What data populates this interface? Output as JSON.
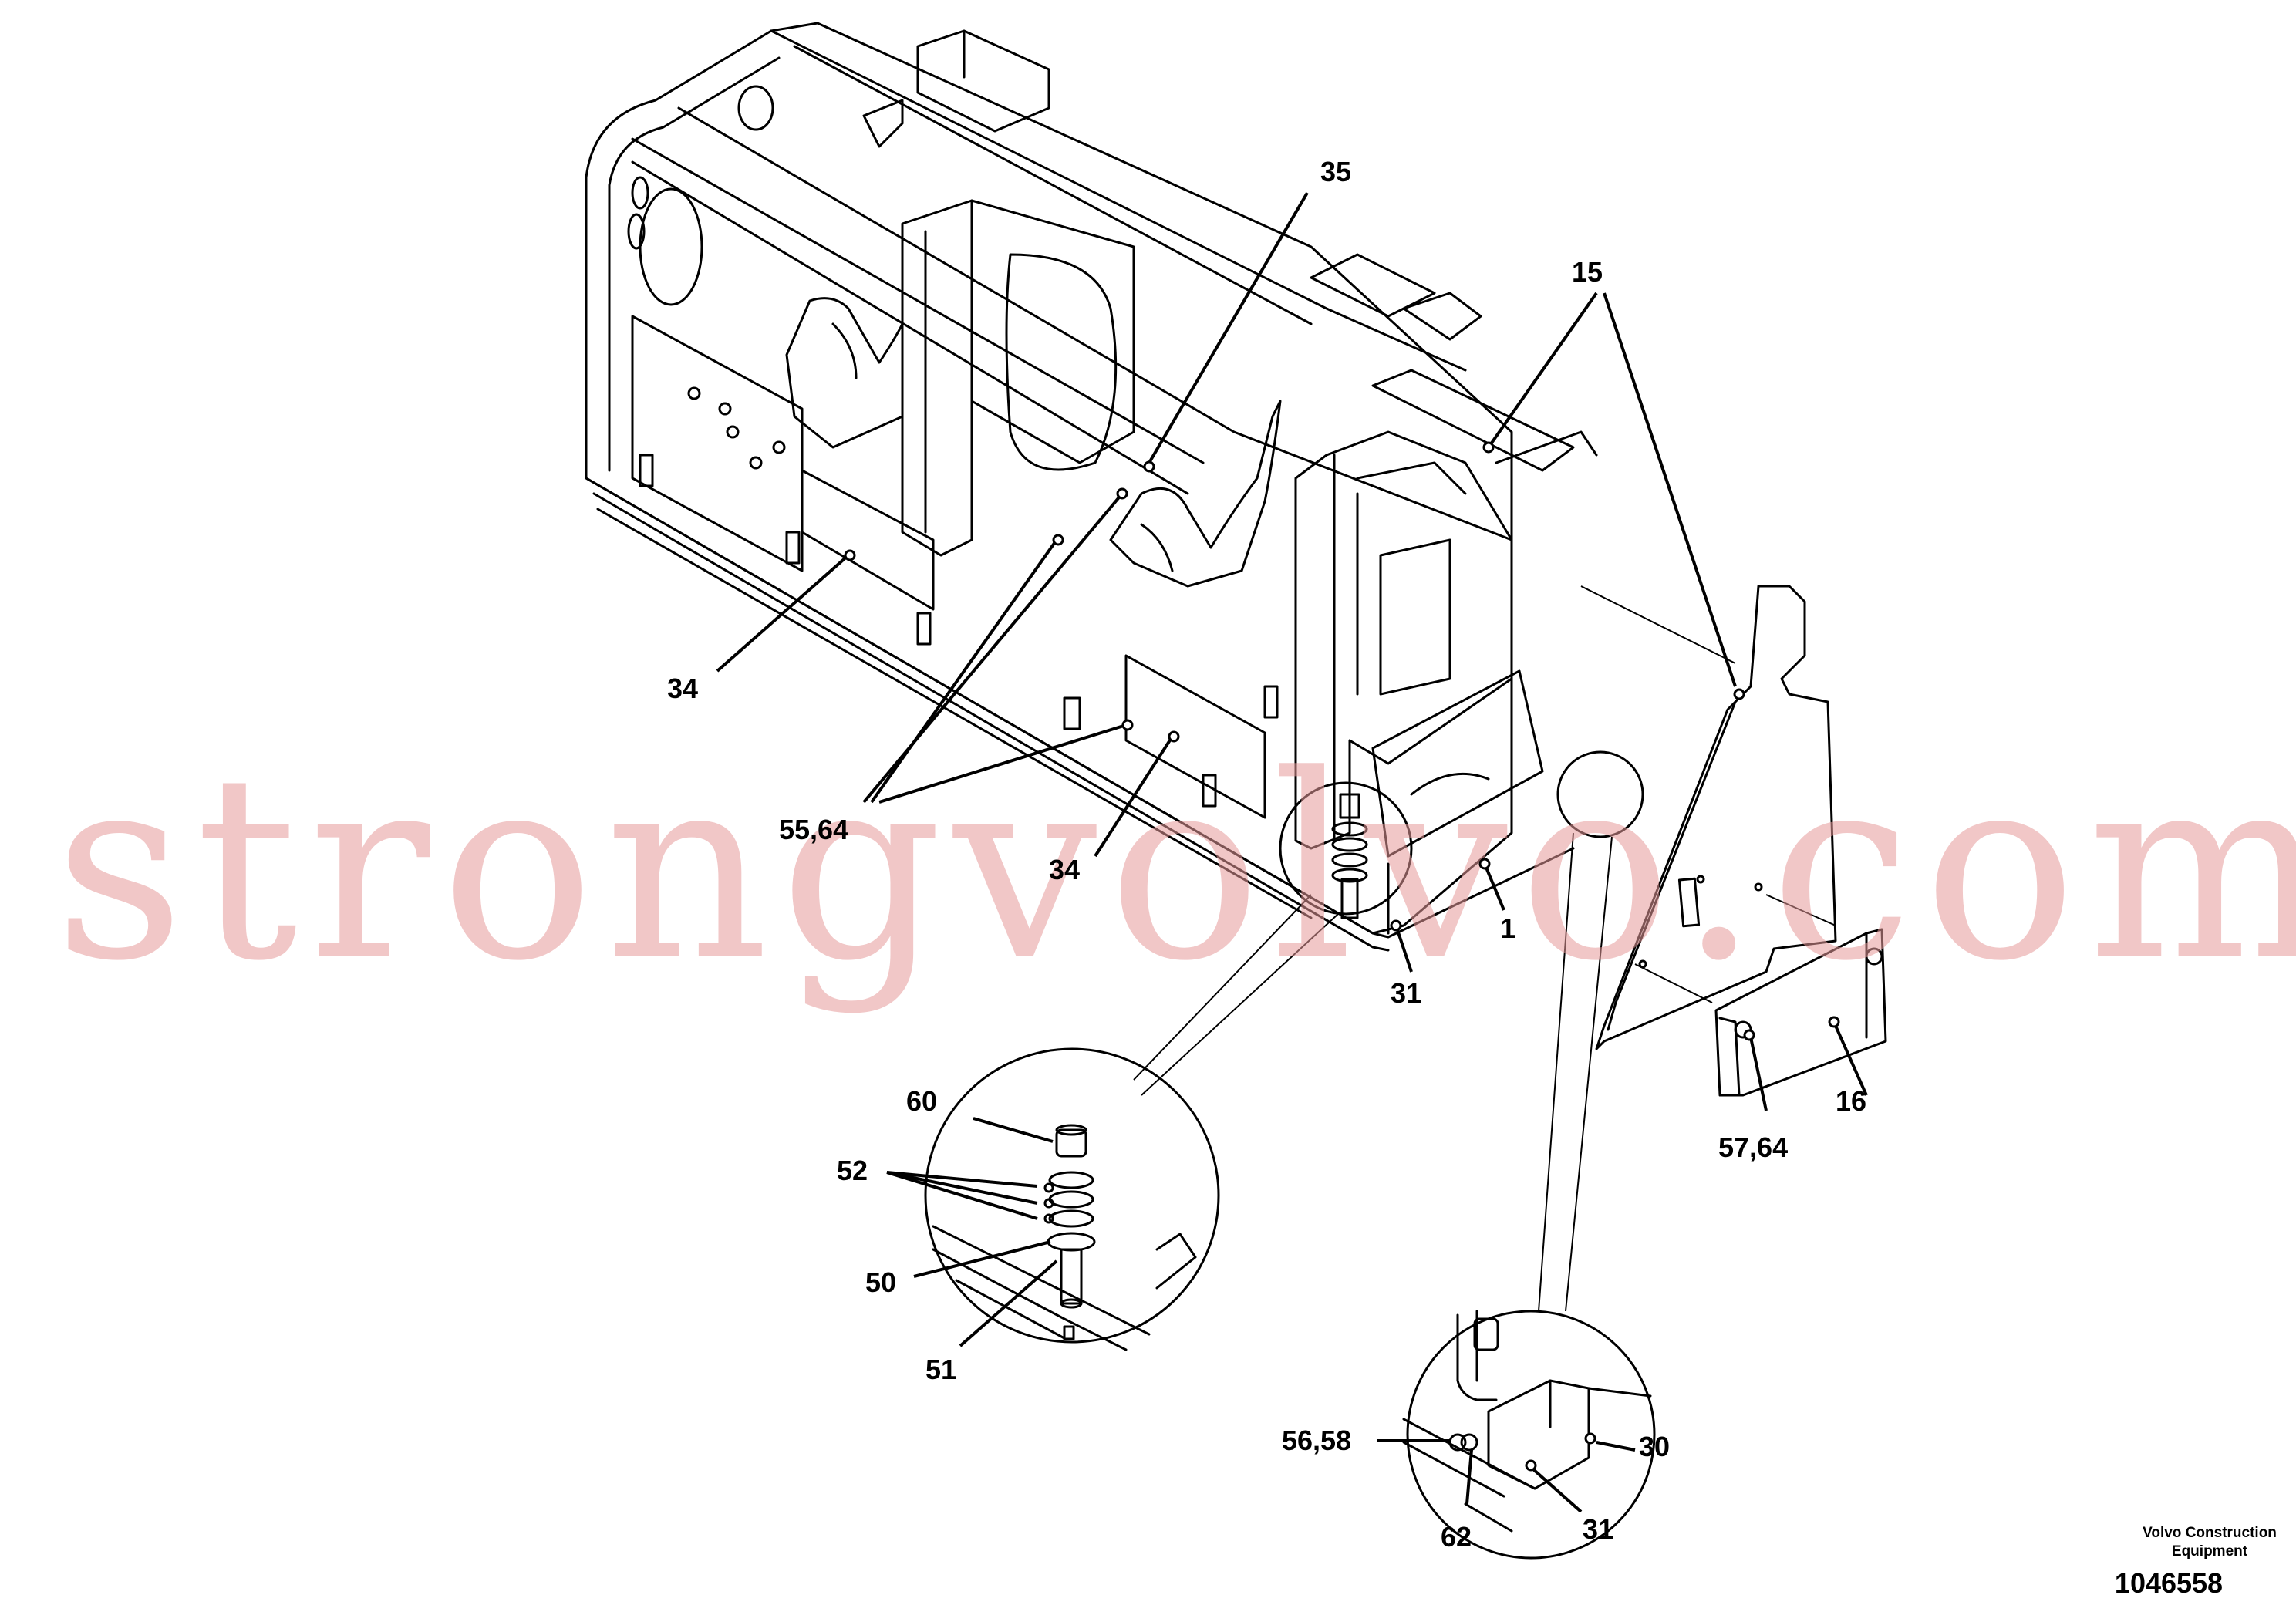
{
  "watermark": "strongvolvo.com",
  "brand": {
    "line1": "Volvo Construction",
    "line2": "Equipment"
  },
  "document_number": "1046558",
  "callouts": {
    "c35": "35",
    "c15": "15",
    "c34a": "34",
    "c55_64": "55,64",
    "c34b": "34",
    "c1": "1",
    "c31a": "31",
    "c16": "16",
    "c57_64": "57,64",
    "c60": "60",
    "c52": "52",
    "c50": "50",
    "c51": "51",
    "c56_58": "56,58",
    "c30": "30",
    "c62": "62",
    "c31b": "31"
  }
}
